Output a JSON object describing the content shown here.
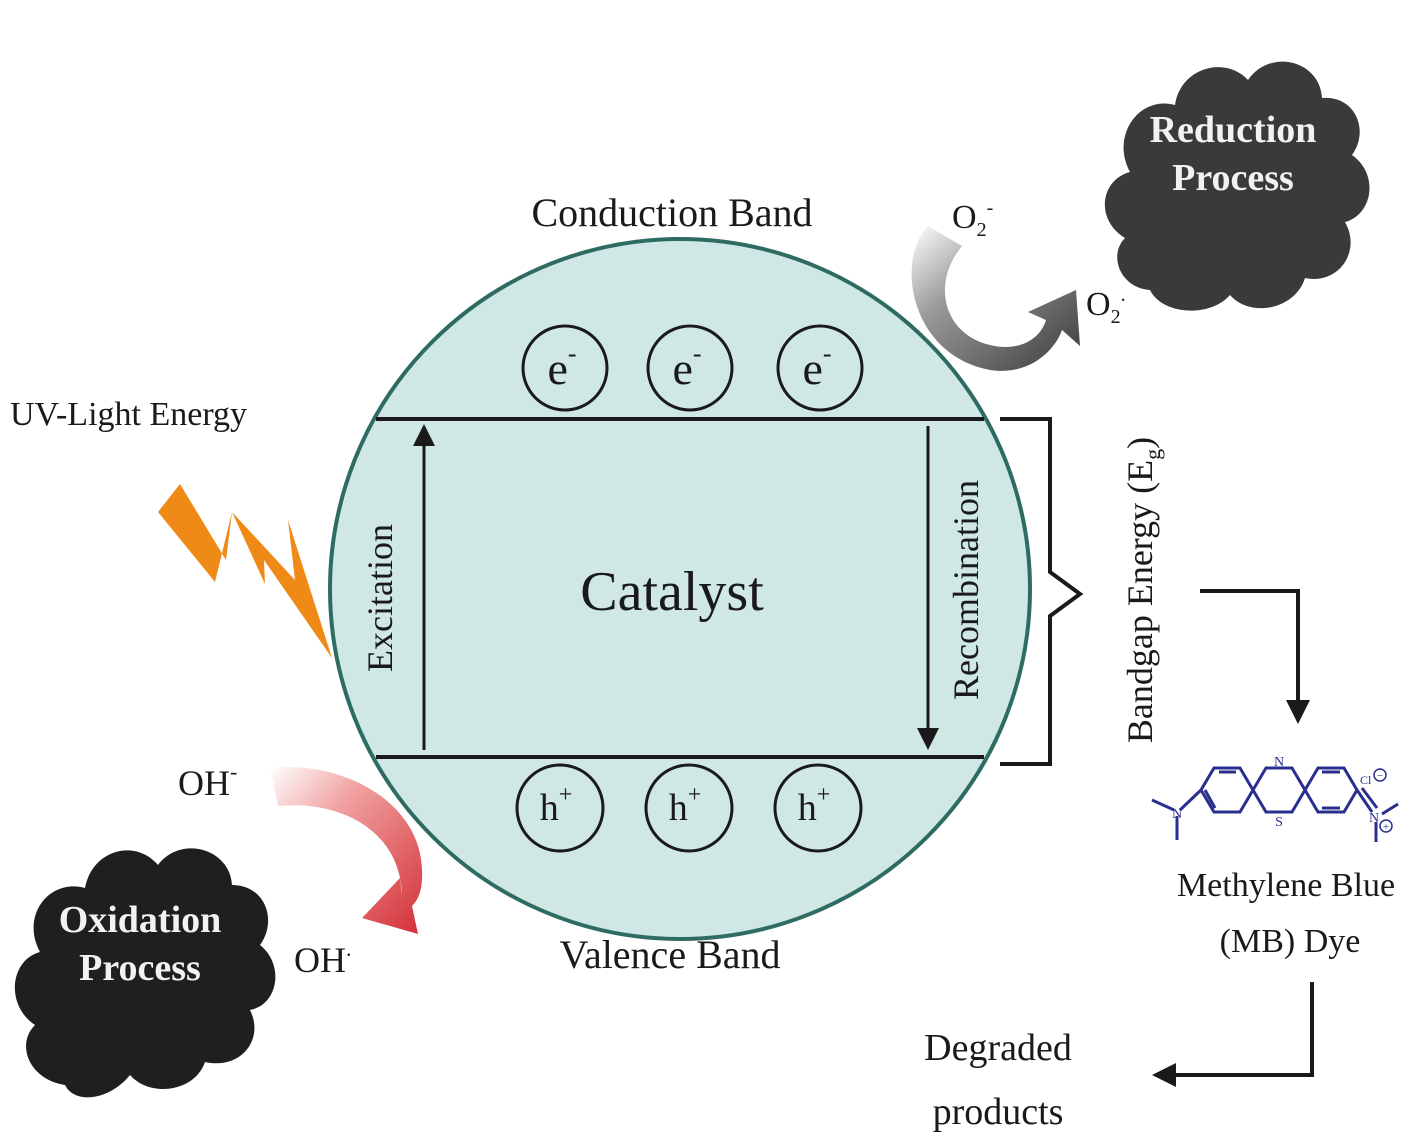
{
  "labels": {
    "conduction_band": "Conduction Band",
    "valence_band": "Valence Band",
    "catalyst": "Catalyst",
    "excitation": "Excitation",
    "recombination": "Recombination",
    "uv_light": "UV-Light Energy",
    "bandgap": "Bandgap Energy (E",
    "bandgap_sub": "g",
    "bandgap_close": ")",
    "electron": "e",
    "electron_sup": "-",
    "hole": "h",
    "hole_sup": "+",
    "o2_top": "O",
    "o2_top_sub": "2",
    "o2_top_sup": "-",
    "o2_bottom": "O",
    "o2_bottom_sub": "2",
    "o2_bottom_sup": ".",
    "oh_top": "OH",
    "oh_top_sup": "-",
    "oh_bottom": "OH",
    "oh_bottom_sup": ".",
    "reduction_line1": "Reduction",
    "reduction_line2": "Process",
    "oxidation_line1": "Oxidation",
    "oxidation_line2": "Process",
    "mb_line1": "Methylene Blue",
    "mb_line2": "(MB) Dye",
    "degraded_line1": "Degraded",
    "degraded_line2": "products",
    "mb_atom_n_bridge": "N",
    "mb_atom_s": "S",
    "mb_atom_n_left": "N",
    "mb_atom_n_right": "N",
    "mb_atom_cl": "Cl",
    "mb_charge_minus": "−",
    "mb_charge_plus": "+"
  },
  "colors": {
    "catalyst_fill": "#cfe8e6",
    "catalyst_stroke": "#2e6b62",
    "cloud_fill": "#1f1f1f",
    "reduction_cloud_fill": "#3a3a3a",
    "lightning": "#ef8a17",
    "red_arrow": "#d9343a",
    "gray_arrow": "#444444",
    "molecule": "#2a2f8f"
  }
}
